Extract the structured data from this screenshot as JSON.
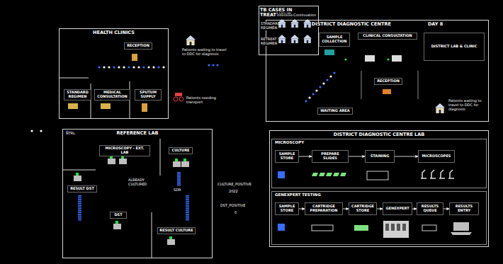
{
  "diagram": {
    "nodes": [
      {
        "text": [
          "HEALTH CLINICS"
        ]
      },
      {
        "text": [
          "RECEPTION"
        ],
        "in": 0
      },
      {
        "text": [
          "STANDARD REGIMEN"
        ],
        "in": 0
      },
      {
        "text": [
          "MEDICAL CONSULTATION"
        ],
        "in": 0
      },
      {
        "text": [
          "SPUTUM SUPPLY"
        ],
        "in": 0
      },
      {
        "text": [
          "TB CASES IN TREATMENT"
        ]
      },
      {
        "text": [
          "DISTRICT DIAGNOSTIC CENTRE",
          "DAY 8"
        ]
      },
      {
        "text": [
          "SAMPLE COLLECTION"
        ],
        "in": 6
      },
      {
        "text": [
          "CLINICAL CONSULTATION"
        ],
        "in": 6
      },
      {
        "text": [
          "DISTRICT LAB & CLINIC"
        ],
        "in": 6
      },
      {
        "text": [
          "RECEPTION"
        ],
        "in": 6
      },
      {
        "text": [
          "WAITING AREA"
        ],
        "in": 6
      },
      {
        "text": [
          "REFERENCE LAB"
        ]
      },
      {
        "text": [
          "MICROSCOPY - EXT. LAB"
        ],
        "in": 12
      },
      {
        "text": [
          "CULTURE"
        ],
        "in": 12
      },
      {
        "text": [
          "DST"
        ],
        "in": 12
      },
      {
        "text": [
          "RESULT DST"
        ],
        "in": 12
      },
      {
        "text": [
          "RESULT CULTURE"
        ],
        "in": 12
      },
      {
        "text": [
          "DISTRICT DIAGNOSTIC CENTRE LAB"
        ]
      },
      {
        "text": [
          "MICROSCOPY"
        ],
        "in": 18
      },
      {
        "text": [
          "SAMPLE STORE"
        ],
        "in": 19
      },
      {
        "text": [
          "PREPARE SLIDES"
        ],
        "in": 19
      },
      {
        "text": [
          "STAINING"
        ],
        "in": 19
      },
      {
        "text": [
          "MICROSCOPES"
        ],
        "in": 19
      },
      {
        "text": [
          "GENEXPERT TESTING"
        ],
        "in": 18
      },
      {
        "text": [
          "SAMPLE STORE"
        ],
        "in": 24
      },
      {
        "text": [
          "CARTRIDGE PREPARATION"
        ],
        "in": 24
      },
      {
        "text": [
          "CARTRIDGE STORE"
        ],
        "in": 24
      },
      {
        "text": [
          "GENEXPERT"
        ],
        "in": 24
      },
      {
        "text": [
          "RESULTS QUEUE"
        ],
        "in": 24
      },
      {
        "text": [
          "RESULTS ENTRY"
        ],
        "in": 24
      }
    ],
    "edges": [
      {
        "from": 20,
        "to": 21,
        "arrow": "to"
      },
      {
        "from": 21,
        "to": 22,
        "arrow": "to"
      },
      {
        "from": 22,
        "to": 23,
        "arrow": "to"
      },
      {
        "from": 25,
        "to": 26,
        "arrow": "to"
      },
      {
        "from": 26,
        "to": 27,
        "arrow": "to"
      },
      {
        "from": 27,
        "to": 28,
        "arrow": "to"
      },
      {
        "from": 28,
        "to": 29,
        "arrow": "to"
      },
      {
        "from": 29,
        "to": 30,
        "arrow": "to"
      }
    ],
    "labels": [
      "Patients waiting to travel to DDC for diagnosis",
      "Patients needing transport",
      "Intensive",
      "Continuation",
      "STANDARD REGIMEN",
      "RETREAT REGIMEN",
      "Patients waiting to travel to DDC for diagnosis",
      "NTRL",
      "ALREADY CULTURED",
      "SDR",
      "CULTURE_POSITIVE",
      "2022",
      "DST_POSITIVE",
      "0"
    ]
  }
}
